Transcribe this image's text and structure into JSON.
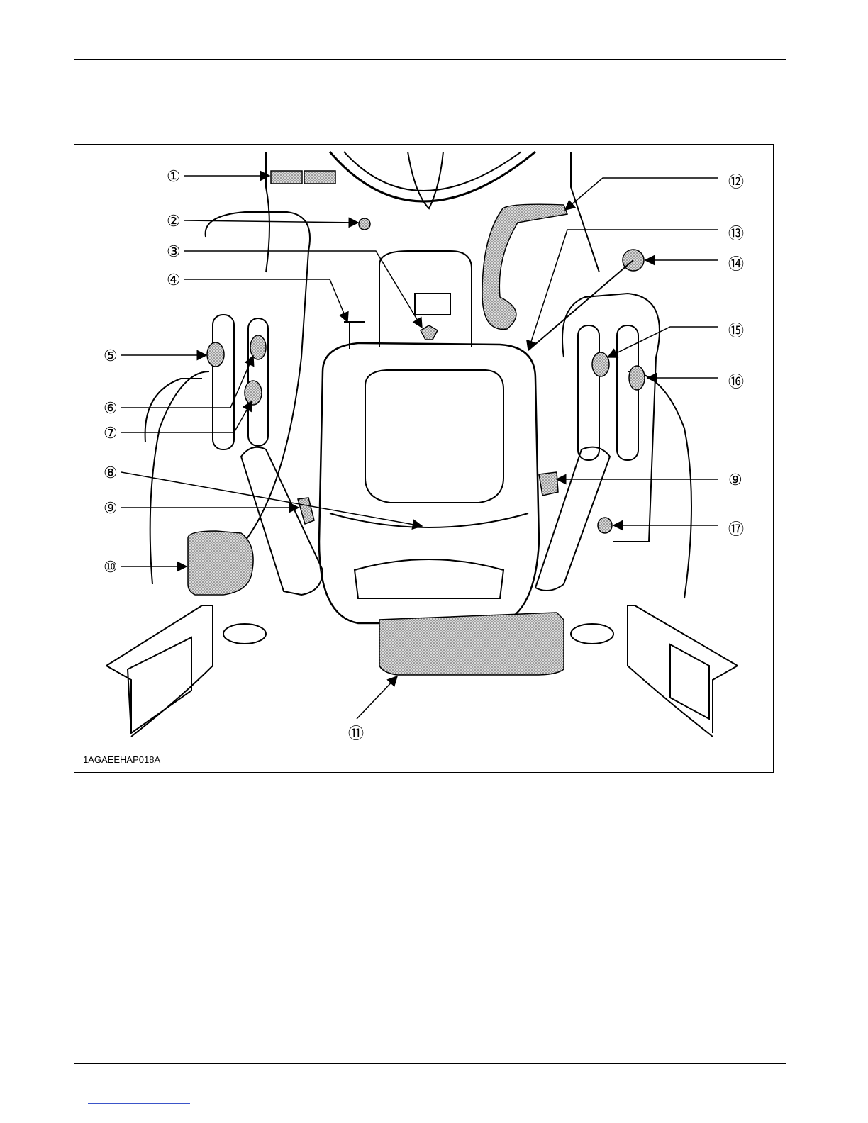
{
  "figure": {
    "id": "1AGAEEHAP018A",
    "callouts": [
      {
        "label": "①"
      },
      {
        "label": "②"
      },
      {
        "label": "③"
      },
      {
        "label": "④"
      },
      {
        "label": "⑤"
      },
      {
        "label": "⑥"
      },
      {
        "label": "⑦"
      },
      {
        "label": "⑧"
      },
      {
        "label": "⑨"
      },
      {
        "label": "⑩"
      },
      {
        "label": "⑪"
      },
      {
        "label": "⑫"
      },
      {
        "label": "⑬"
      },
      {
        "label": "⑭"
      },
      {
        "label": "⑮"
      },
      {
        "label": "⑯"
      },
      {
        "label": "⑨"
      },
      {
        "label": "⑰"
      }
    ]
  },
  "colors": {
    "line": "#000000",
    "shade": "#c8c8c8",
    "link": "#3b55c9"
  }
}
